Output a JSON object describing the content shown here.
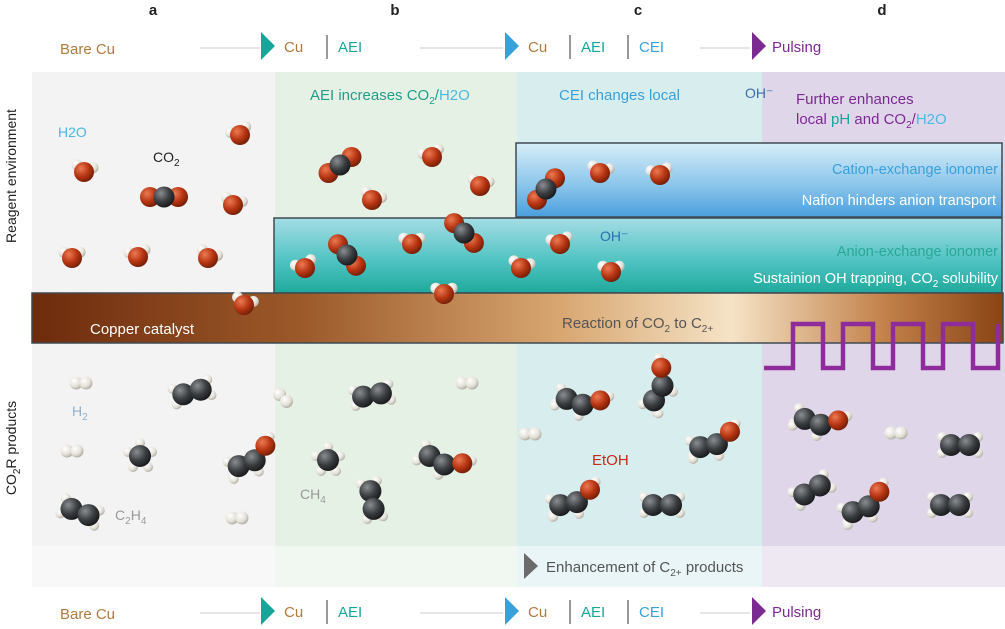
{
  "panel_letters": [
    "a",
    "b",
    "c",
    "d"
  ],
  "flow_row": {
    "bare": "Bare Cu",
    "cu": "Cu",
    "aei": "AEI",
    "cei": "CEI",
    "pulsing": "Pulsing"
  },
  "row_labels": {
    "reagent": "Reagent environment",
    "products_pre": "CO",
    "products_sub": "2",
    "products_post": "R products"
  },
  "panel_a": {
    "h2o": "H2O",
    "co2_main": "CO",
    "co2_sub": "2",
    "h2_main": "H",
    "h2_sub": "2",
    "c2h4_a": "C",
    "c2h4_b": "2",
    "c2h4_c": "H",
    "c2h4_d": "4"
  },
  "panel_b": {
    "heading_pre": "AEI increases CO",
    "heading_sub": "2",
    "heading_slash": "/",
    "heading_h2o": "H2O",
    "ch4_main": "CH",
    "ch4_sub": "4"
  },
  "panel_c": {
    "heading": "CEI changes local",
    "ohminus": "OH⁻",
    "etoh": "EtOH"
  },
  "panel_d": {
    "line1": "Further enhances",
    "line2_pre": "local ",
    "line2_ph": "pH",
    "line2_mid": " and CO",
    "line2_sub": "2",
    "line2_slash": "/",
    "line2_h2o": "H2O"
  },
  "layers": {
    "cei_title": "Cation-exchange ionomer",
    "cei_note": "Nafion hinders anion transport",
    "aei_title": "Anion-exchange ionomer",
    "aei_note_pre": "Sustainion OH trapping, CO",
    "aei_note_sub": "2",
    "aei_note_post": " solubility",
    "aei_oh": "OH⁻",
    "catalyst": "Copper catalyst",
    "reaction_pre": "Reaction of CO",
    "reaction_sub": "2",
    "reaction_mid": " to C",
    "reaction_sub2": "2+"
  },
  "enhancement": {
    "pre": "Enhancement of C",
    "sub": "2+",
    "post": " products"
  },
  "colors": {
    "bare": "#b07a3f",
    "teal": "#17a59a",
    "blue": "#3aa0d8",
    "purple": "#7a2a90",
    "oxygen": "#b73512",
    "carbon": "#3a3d40",
    "hydrogen": "#ece9e0"
  }
}
